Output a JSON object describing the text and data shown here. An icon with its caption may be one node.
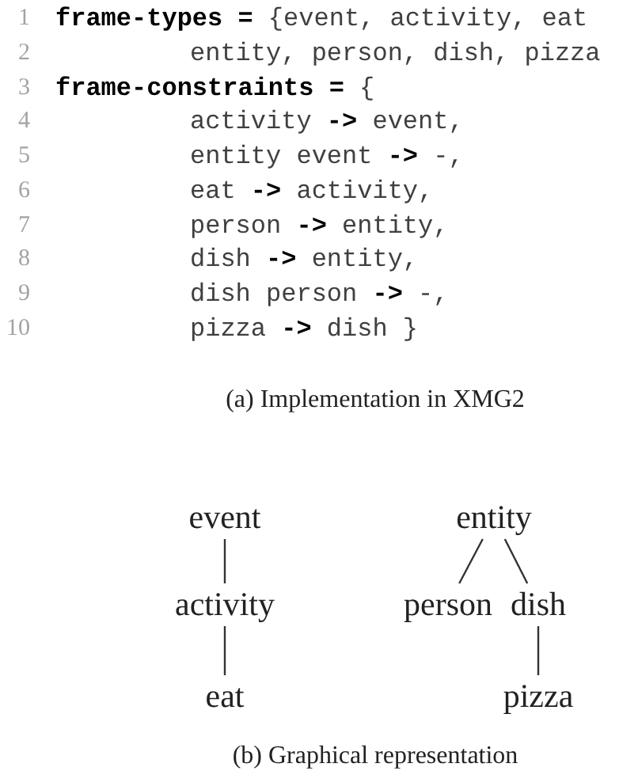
{
  "diagram": {
    "nodes": [
      {
        "text": [
          "event"
        ]
      },
      {
        "text": [
          "activity"
        ]
      },
      {
        "text": [
          "eat"
        ]
      },
      {
        "text": [
          "entity"
        ]
      },
      {
        "text": [
          "person"
        ]
      },
      {
        "text": [
          "dish"
        ]
      },
      {
        "text": [
          "pizza"
        ]
      }
    ],
    "edges": [
      {
        "from": 0,
        "to": 1,
        "arrow": "none"
      },
      {
        "from": 1,
        "to": 2,
        "arrow": "none"
      },
      {
        "from": 3,
        "to": 4,
        "arrow": "none"
      },
      {
        "from": 3,
        "to": 5,
        "arrow": "none"
      },
      {
        "from": 5,
        "to": 6,
        "arrow": "none"
      }
    ],
    "labels": [
      "1",
      "**frame-types =** {event, activity, eat",
      "2",
      "entity, person, dish, pizza",
      "3",
      "**frame-constraints =** {",
      "4",
      "activity **->** event,",
      "5",
      "entity event **->** -,",
      "6",
      "eat **->** activity,",
      "7",
      "person **->** entity,",
      "8",
      "dish **->** entity,",
      "9",
      "dish person **->** -,",
      "10",
      "pizza **->** dish }",
      "(a) Implementation in XMG2",
      "(b) Graphical representation"
    ]
  }
}
